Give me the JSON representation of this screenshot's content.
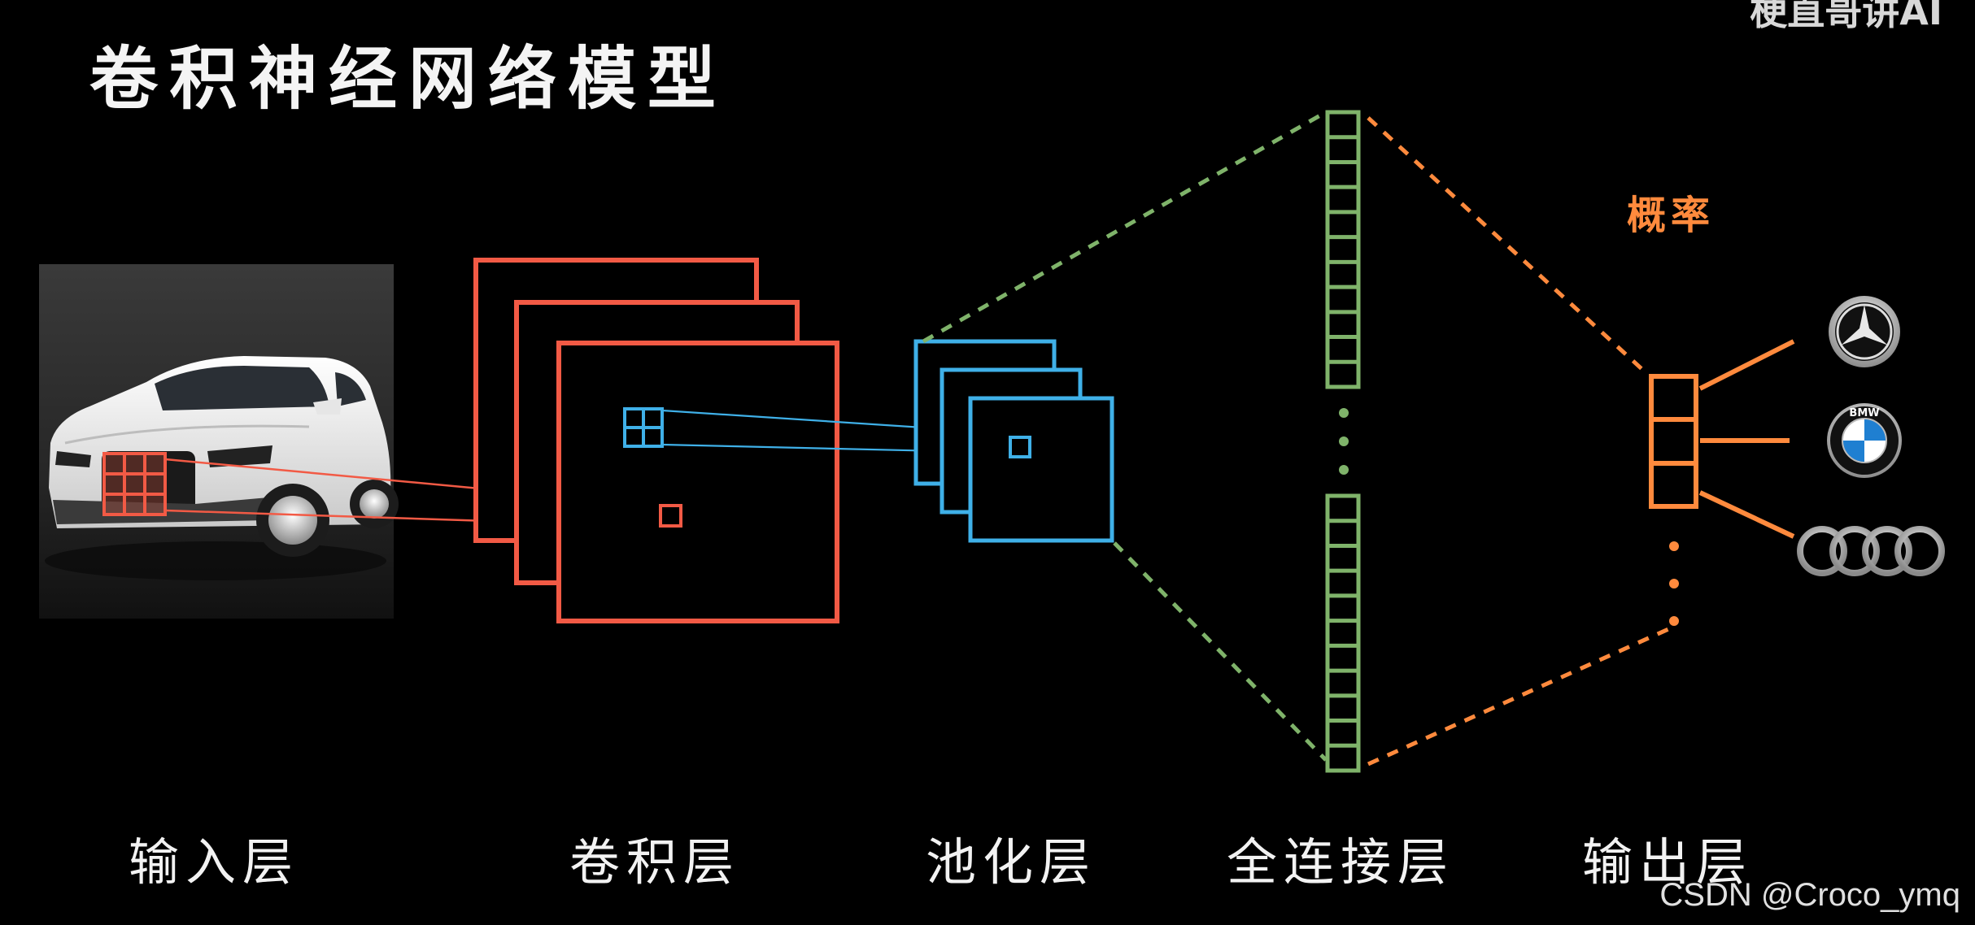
{
  "title": "卷积神经网络模型",
  "watermark_top": "梗直哥讲AI",
  "watermark_bottom": "CSDN @Croco_ymq",
  "probability_label": "概率",
  "layers": [
    {
      "label": "输入层"
    },
    {
      "label": "卷积层"
    },
    {
      "label": "池化层"
    },
    {
      "label": "全连接层"
    },
    {
      "label": "输出层"
    }
  ],
  "colors": {
    "conv": "#f25a45",
    "pool": "#3fb0e8",
    "fc": "#7fb36a",
    "output": "#ff8a3d",
    "background": "#000000"
  },
  "output_classes": [
    {
      "icon": "mercedes-logo-icon"
    },
    {
      "icon": "bmw-logo-icon"
    },
    {
      "icon": "audi-logo-icon"
    }
  ],
  "bmw_letters": "BMW",
  "input_image": {
    "icon": "white-suv-car-image"
  }
}
